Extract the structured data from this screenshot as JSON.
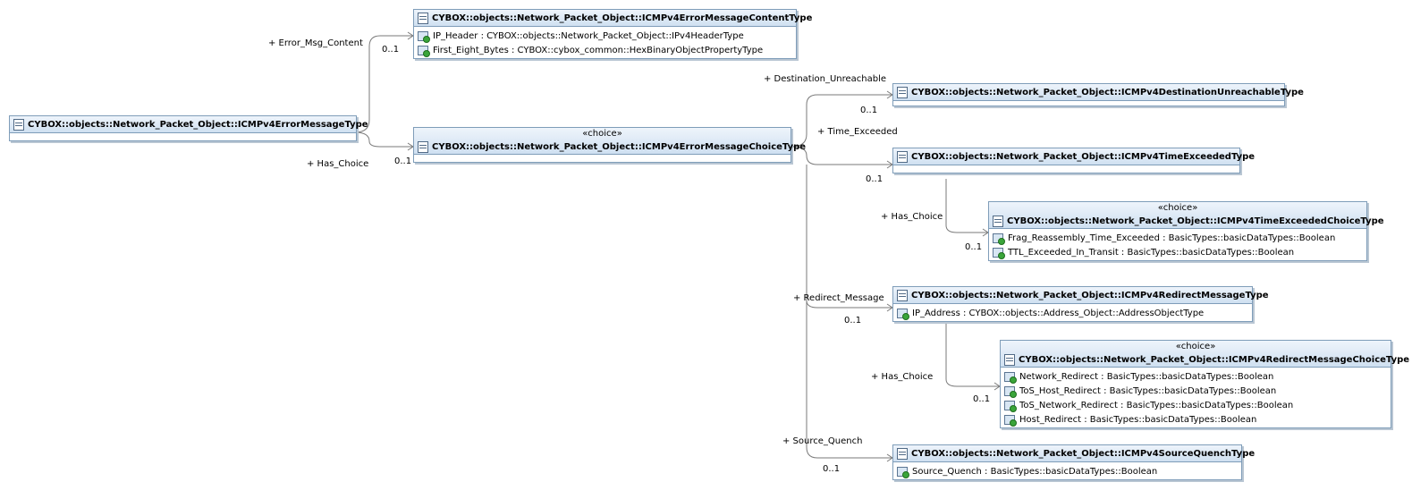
{
  "classes": {
    "error_message": {
      "name": "CYBOX::objects::Network_Packet_Object::ICMPv4ErrorMessageType"
    },
    "content": {
      "name": "CYBOX::objects::Network_Packet_Object::ICMPv4ErrorMessageContentType",
      "attributes": [
        "IP_Header : CYBOX::objects::Network_Packet_Object::IPv4HeaderType",
        "First_Eight_Bytes : CYBOX::cybox_common::HexBinaryObjectPropertyType"
      ]
    },
    "choice": {
      "stereotype": "«choice»",
      "name": "CYBOX::objects::Network_Packet_Object::ICMPv4ErrorMessageChoiceType"
    },
    "dest_unreachable": {
      "name": "CYBOX::objects::Network_Packet_Object::ICMPv4DestinationUnreachableType"
    },
    "time_exceeded": {
      "name": "CYBOX::objects::Network_Packet_Object::ICMPv4TimeExceededType"
    },
    "time_exceeded_choice": {
      "stereotype": "«choice»",
      "name": "CYBOX::objects::Network_Packet_Object::ICMPv4TimeExceededChoiceType",
      "attributes": [
        "Frag_Reassembly_Time_Exceeded : BasicTypes::basicDataTypes::Boolean",
        "TTL_Exceeded_In_Transit : BasicTypes::basicDataTypes::Boolean"
      ]
    },
    "redirect": {
      "name": "CYBOX::objects::Network_Packet_Object::ICMPv4RedirectMessageType",
      "attributes": [
        "IP_Address : CYBOX::objects::Address_Object::AddressObjectType"
      ]
    },
    "redirect_choice": {
      "stereotype": "«choice»",
      "name": "CYBOX::objects::Network_Packet_Object::ICMPv4RedirectMessageChoiceType",
      "attributes": [
        "Network_Redirect : BasicTypes::basicDataTypes::Boolean",
        "ToS_Host_Redirect : BasicTypes::basicDataTypes::Boolean",
        "ToS_Network_Redirect : BasicTypes::basicDataTypes::Boolean",
        "Host_Redirect : BasicTypes::basicDataTypes::Boolean"
      ]
    },
    "source_quench": {
      "name": "CYBOX::objects::Network_Packet_Object::ICMPv4SourceQuenchType",
      "attributes": [
        "Source_Quench : BasicTypes::basicDataTypes::Boolean"
      ]
    }
  },
  "associations": {
    "error_msg_content": {
      "role": "+ Error_Msg_Content",
      "multiplicity": "0..1"
    },
    "has_choice": {
      "role": "+ Has_Choice",
      "multiplicity": "0..1"
    },
    "destination_unreachable": {
      "role": "+ Destination_Unreachable",
      "multiplicity": "0..1"
    },
    "time_exceeded": {
      "role": "+ Time_Exceeded",
      "multiplicity": "0..1"
    },
    "te_has_choice": {
      "role": "+ Has_Choice",
      "multiplicity": "0..1"
    },
    "redirect_message": {
      "role": "+ Redirect_Message",
      "multiplicity": "0..1"
    },
    "rm_has_choice": {
      "role": "+ Has_Choice",
      "multiplicity": "0..1"
    },
    "source_quench": {
      "role": "+ Source_Quench",
      "multiplicity": "0..1"
    }
  },
  "colors": {
    "border": "#7f9db9",
    "header": "#cfe0f1",
    "connector": "#7a7a7a",
    "attribute_marker": "#3aa53a"
  },
  "icons": {
    "class": "class-icon",
    "attribute": "attribute-icon"
  }
}
